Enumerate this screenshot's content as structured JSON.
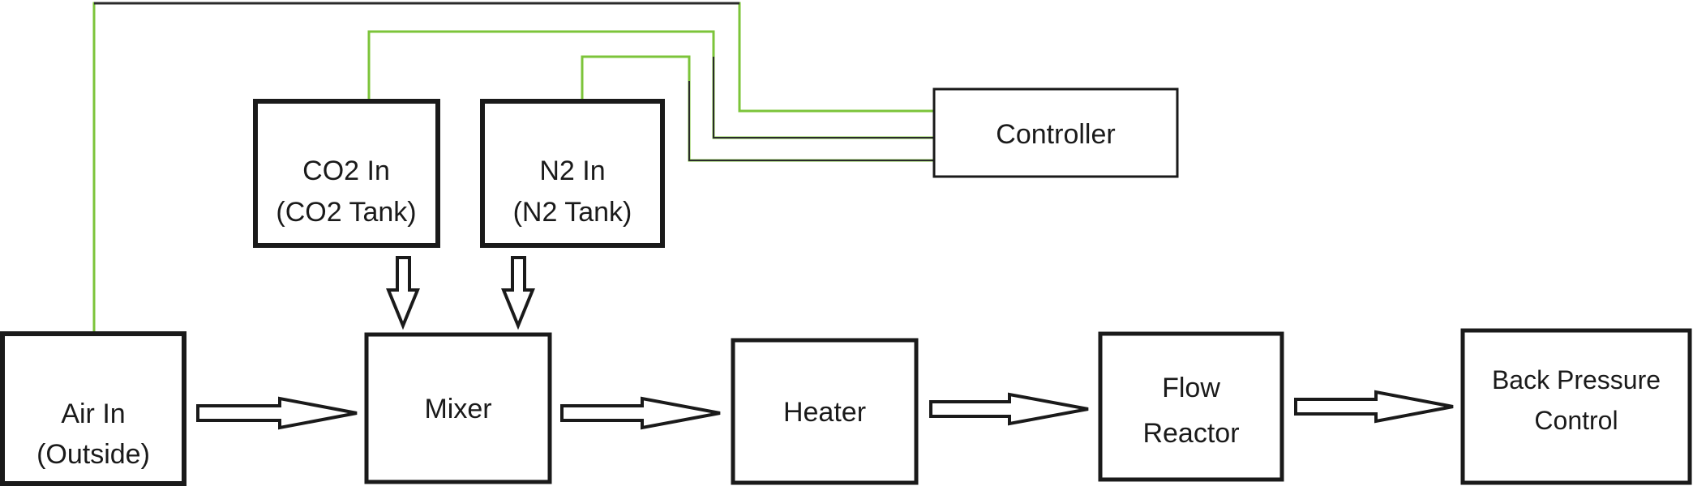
{
  "colors": {
    "connector_green": "#7cc43a",
    "connector_dark": "#2a2a2a",
    "box_border": "#1a1a1a",
    "background": "#ffffff"
  },
  "nodes": {
    "controller": {
      "line1": "Controller"
    },
    "co2": {
      "line1": "CO2 In",
      "line2": "(CO2 Tank)"
    },
    "n2": {
      "line1": "N2 In",
      "line2": "(N2 Tank)"
    },
    "air": {
      "line1": "Air In",
      "line2": "(Outside)"
    },
    "mixer": {
      "line1": "Mixer"
    },
    "heater": {
      "line1": "Heater"
    },
    "reactor": {
      "line1": "Flow",
      "line2": "Reactor"
    },
    "bpc": {
      "line1": "Back Pressure",
      "line2": "Control"
    }
  }
}
